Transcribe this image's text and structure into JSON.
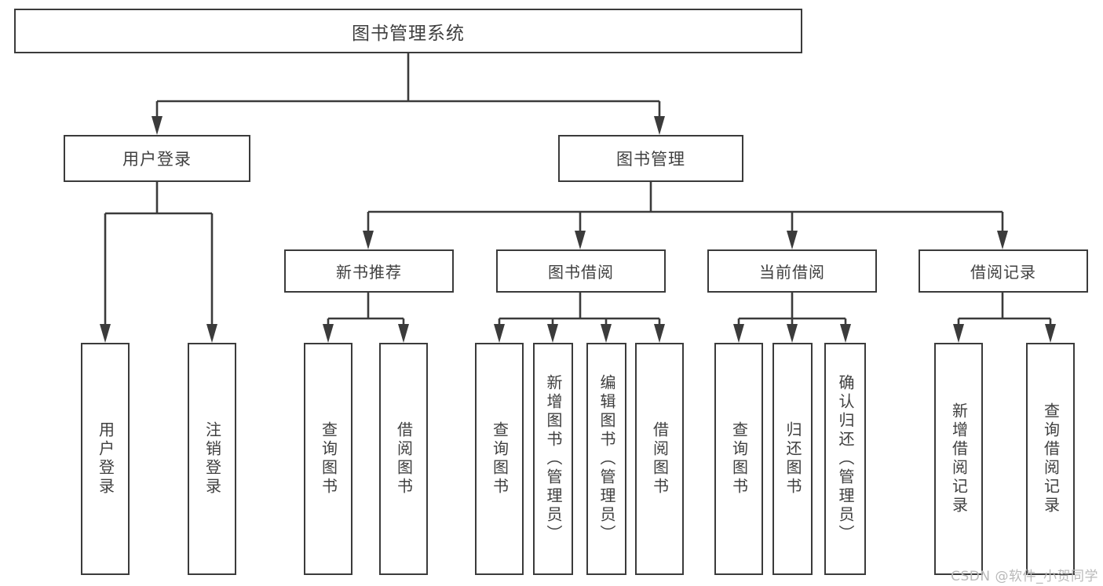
{
  "diagram": {
    "type": "tree",
    "title": "图书管理系统",
    "orientation": "top-down",
    "stroke_color": "#3b3b3b",
    "fill_color": "#ffffff",
    "text_color": "#3f3f3f"
  },
  "root": {
    "label": "图书管理系统"
  },
  "level1": [
    {
      "label": "用户登录"
    },
    {
      "label": "图书管理"
    }
  ],
  "level2": [
    {
      "label": "新书推荐"
    },
    {
      "label": "图书借阅"
    },
    {
      "label": "当前借阅"
    },
    {
      "label": "借阅记录"
    }
  ],
  "leaves": {
    "user_login": [
      {
        "label": "用户登录"
      },
      {
        "label": "注销登录"
      }
    ],
    "new_book_recommend": [
      {
        "label": "查询图书"
      },
      {
        "label": "借阅图书"
      }
    ],
    "book_borrow": [
      {
        "label": "查询图书"
      },
      {
        "label": "新增图书（管理员）"
      },
      {
        "label": "编辑图书（管理员）"
      },
      {
        "label": "借阅图书"
      }
    ],
    "current_borrow": [
      {
        "label": "查询图书"
      },
      {
        "label": "归还图书"
      },
      {
        "label": "确认归还（管理员）"
      }
    ],
    "borrow_records": [
      {
        "label": "新增借阅记录"
      },
      {
        "label": "查询借阅记录"
      }
    ]
  },
  "watermark": {
    "text": "CSDN @软件_小贺同学"
  }
}
